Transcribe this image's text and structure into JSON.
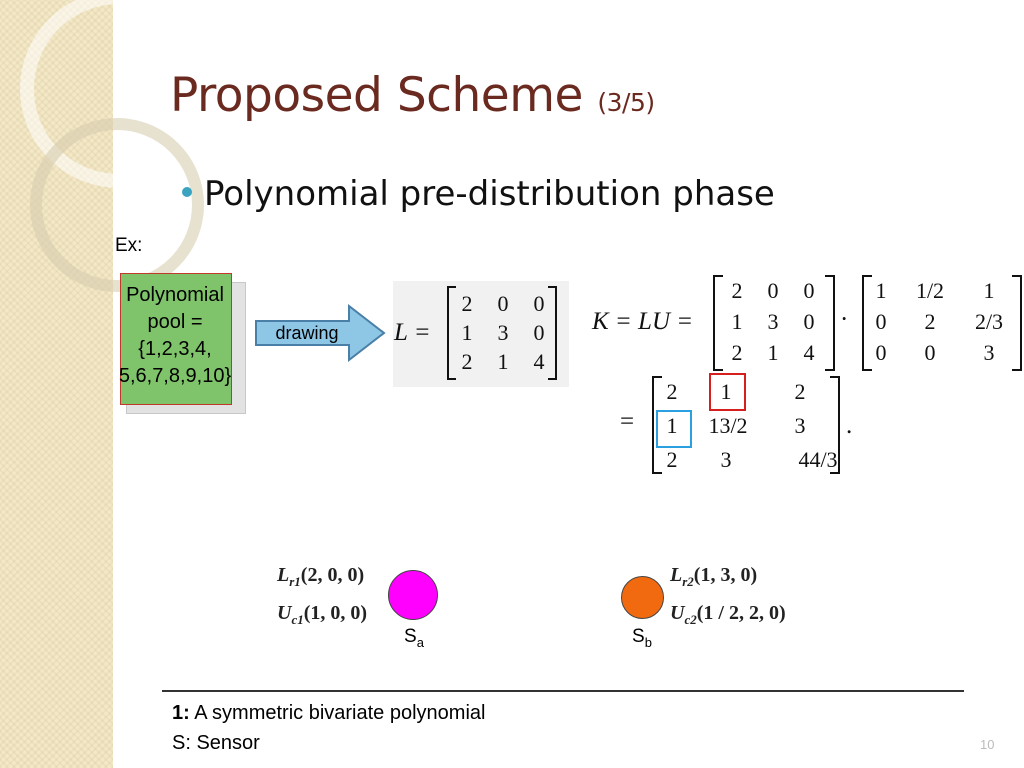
{
  "title": {
    "main": "Proposed Scheme",
    "sub": "(3/5)"
  },
  "bullet": "Polynomial pre-distribution phase",
  "example_label": "Ex:",
  "pool": {
    "line1": "Polynomial",
    "line2": "pool =",
    "line3": "{1,2,3,4,",
    "line4": "5,6,7,8,9,10}"
  },
  "arrow_label": "drawing",
  "L_matrix": {
    "label": "L =",
    "rows": [
      [
        "2",
        "0",
        "0"
      ],
      [
        "1",
        "3",
        "0"
      ],
      [
        "2",
        "1",
        "4"
      ]
    ]
  },
  "K_equation": {
    "label": "K = LU =",
    "dot": "·"
  },
  "U_matrix": {
    "rows": [
      [
        "1",
        "1/2",
        "1"
      ],
      [
        "0",
        "2",
        "2/3"
      ],
      [
        "0",
        "0",
        "3"
      ]
    ]
  },
  "K_matrix": {
    "eq": "=",
    "rows": [
      [
        "2",
        "1",
        "2"
      ],
      [
        "1",
        "13/2",
        "3"
      ],
      [
        "2",
        "3",
        "44/3"
      ]
    ],
    "end": "."
  },
  "sensor_a": {
    "poly1_sym": "L",
    "poly1_sub": "r1",
    "poly1_args": "(2, 0, 0)",
    "poly2_sym": "U",
    "poly2_sub": "c1",
    "poly2_args": "(1, 0, 0)",
    "name": "S",
    "name_sub": "a",
    "color": "#ff00ff"
  },
  "sensor_b": {
    "poly1_sym": "L",
    "poly1_sub": "r2",
    "poly1_args": "(1, 3, 0)",
    "poly2_sym": "U",
    "poly2_sub": "c2",
    "poly2_args": "(1 / 2, 2, 0)",
    "name": "S",
    "name_sub": "b",
    "color": "#f26a10"
  },
  "footnote": {
    "num": "1:",
    "line1": "A symmetric bivariate polynomial",
    "line2": "S: Sensor"
  },
  "page_number": "10",
  "colors": {
    "title": "#6b2a1f",
    "bullet": "#3aa3c0",
    "pool": "#7fc46a",
    "arrow": "#8ec6e6",
    "highlight_red": "#d62020",
    "highlight_blue": "#2aa0e0"
  }
}
